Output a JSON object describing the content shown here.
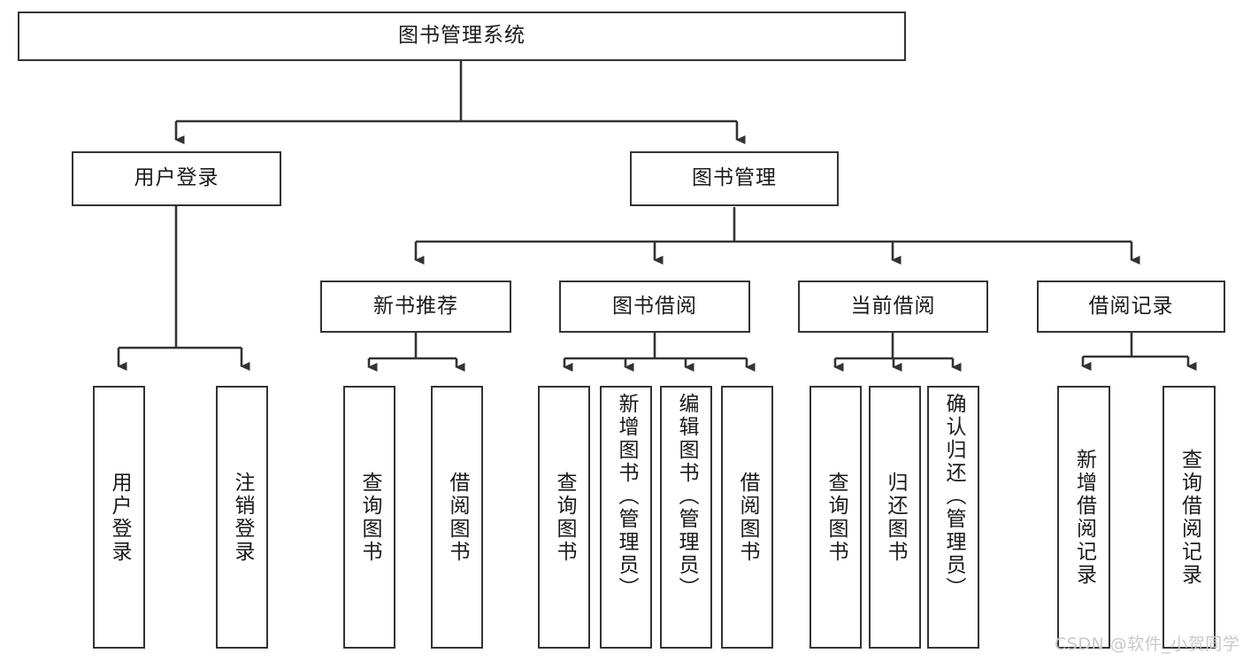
{
  "diagram": {
    "title": "图书管理系统",
    "type": "tree-hierarchy",
    "root": {
      "label": "图书管理系统"
    },
    "level2": [
      {
        "label": "用户登录"
      },
      {
        "label": "图书管理"
      }
    ],
    "level3": [
      {
        "label": "新书推荐"
      },
      {
        "label": "图书借阅"
      },
      {
        "label": "当前借阅"
      },
      {
        "label": "借阅记录"
      }
    ],
    "leaves": {
      "user_login": [
        {
          "label": "用户登录"
        },
        {
          "label": "注销登录"
        }
      ],
      "new_book_recommend": [
        {
          "label": "查询图书"
        },
        {
          "label": "借阅图书"
        }
      ],
      "book_borrow": [
        {
          "label": "查询图书"
        },
        {
          "label": "新增图书（管理员）"
        },
        {
          "label": "编辑图书（管理员）"
        },
        {
          "label": "借阅图书"
        }
      ],
      "current_borrow": [
        {
          "label": "查询图书"
        },
        {
          "label": "归还图书"
        },
        {
          "label": "确认归还（管理员）"
        }
      ],
      "borrow_record": [
        {
          "label": "新增借阅记录"
        },
        {
          "label": "查询借阅记录"
        }
      ]
    }
  },
  "watermark": {
    "text": "CSDN @软件_小贺同学"
  },
  "colors": {
    "stroke": "#333333",
    "box_fill": "#ffffff",
    "text": "#1a1a1a",
    "watermark": "#c9c9c9",
    "background": "#ffffff"
  }
}
